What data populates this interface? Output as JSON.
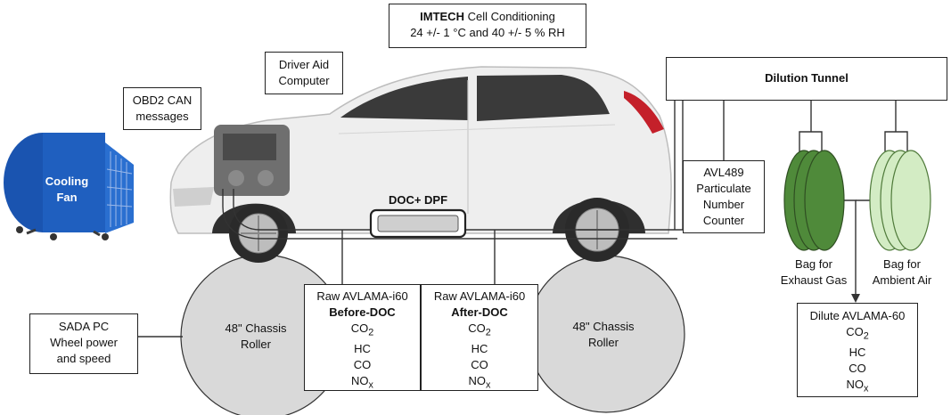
{
  "cell": {
    "brand": "IMTECH",
    "title_rest": " Cell Conditioning",
    "conditions": "24 +/- 1 °C and 40 +/- 5 % RH"
  },
  "driver_aid": {
    "line1": "Driver Aid",
    "line2": "Computer"
  },
  "obd2": {
    "line1": "OBD2 CAN",
    "line2": "messages"
  },
  "fan": {
    "line1": "Cooling",
    "line2": "Fan"
  },
  "dilution_tunnel": "Dilution Tunnel",
  "pn_counter": {
    "line1": "AVL489",
    "line2": "Particulate",
    "line3": "Number",
    "line4": "Counter"
  },
  "aftertreatment": "DOC+ DPF",
  "bag_exhaust": {
    "line1": "Bag for",
    "line2": "Exhaust Gas"
  },
  "bag_ambient": {
    "line1": "Bag for",
    "line2": "Ambient Air"
  },
  "roller_left": {
    "line1": "48\" Chassis",
    "line2": "Roller"
  },
  "roller_right": {
    "line1": "48\" Chassis",
    "line2": "Roller"
  },
  "sada": {
    "line1": "SADA PC",
    "line2": "Wheel power",
    "line3": "and speed"
  },
  "analyzer_before": {
    "line1": "Raw AVLAMA-i60",
    "line2": "Before-DOC",
    "species": [
      {
        "base": "CO",
        "sub": "2"
      },
      {
        "base": "HC",
        "sub": ""
      },
      {
        "base": "CO",
        "sub": ""
      },
      {
        "base": "NO",
        "sub": "x"
      }
    ]
  },
  "analyzer_after": {
    "line1": "Raw AVLAMA-i60",
    "line2": "After-DOC",
    "species": [
      {
        "base": "CO",
        "sub": "2"
      },
      {
        "base": "HC",
        "sub": ""
      },
      {
        "base": "CO",
        "sub": ""
      },
      {
        "base": "NO",
        "sub": "x"
      }
    ]
  },
  "analyzer_dilute": {
    "line1": "Dilute AVLAMA-60",
    "species": [
      {
        "base": "CO",
        "sub": "2"
      },
      {
        "base": "HC",
        "sub": ""
      },
      {
        "base": "CO",
        "sub": ""
      },
      {
        "base": "NO",
        "sub": "x"
      }
    ]
  },
  "colors": {
    "fan_blue": "#1f5fbf",
    "bag_exhaust_green": "#4f8a3a",
    "bag_ambient_green": "#d3ecc4",
    "roller_grey": "#d9d9d9",
    "car_body": "#eeeeee",
    "taillight_red": "#c4202a"
  }
}
